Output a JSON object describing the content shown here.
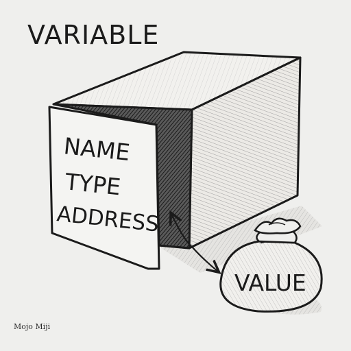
{
  "title": "VARIABLE",
  "door_labels": [
    "NAME",
    "TYPE",
    "ADDRESS"
  ],
  "bag_label": "VALUE",
  "credit": "Mojo Miji",
  "colors": {
    "paper": "#efefed",
    "ink": "#1b1b1b",
    "interior": "#4a4a4a",
    "door": "#f4f4f2"
  }
}
